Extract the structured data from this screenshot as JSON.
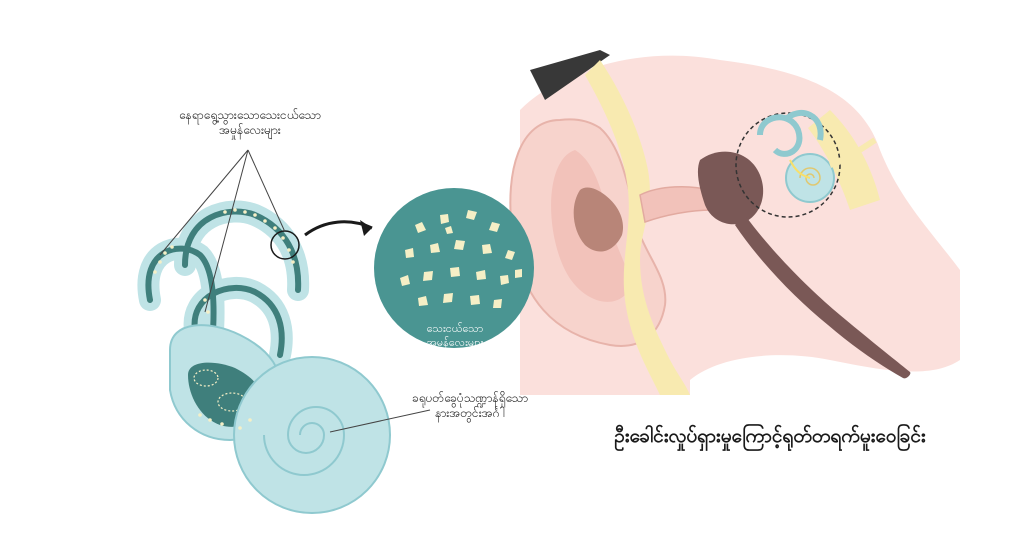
{
  "labels": {
    "displaced_crystals_line1": "နေရာရွေ့သွားသောသေးငယ်သော",
    "displaced_crystals_line2": "အမှုန်လေးများ",
    "crystals_line1": "သေးငယ်သော",
    "crystals_line2": "အမှုန်လေးများ",
    "utricle_line1": "ခရုပတ်ခွေပုံသဏ္ဍာန်ရှိသော",
    "utricle_line2": "နားအတွင်းအင်္ဂါ"
  },
  "title": "ဦးခေါင်းလှုပ်ရှားမှုကြောင့်ရုတ်တရက်မူးဝေခြင်း",
  "colors": {
    "labyrinth_fill": "#bfe3e6",
    "labyrinth_stroke": "#8fc9cf",
    "canal_inner": "#3f7f7c",
    "crystal_circle": "#4a9592",
    "crystal": "#f5efc6",
    "skin": "#fbe0dc",
    "ear_shadow": "#f2c2ba",
    "bone": "#f8eab0",
    "canal_dark": "#7a5856",
    "hair": "#383838",
    "arrow": "#1a1a1a"
  },
  "icons": {
    "zoom_arrow": "curved-arrow-icon"
  }
}
